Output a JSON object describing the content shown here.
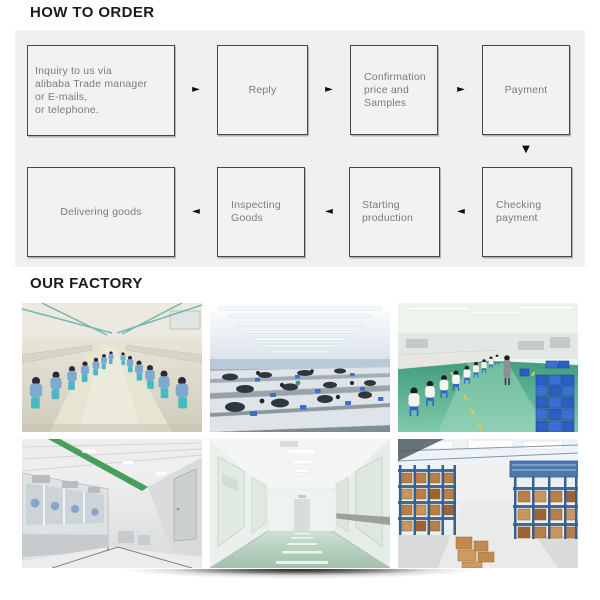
{
  "sections": {
    "how_to_order": {
      "title": "HOW TO ORDER"
    },
    "our_factory": {
      "title": "OUR FACTORY"
    }
  },
  "flowchart": {
    "panel_bg": "#f1f0f0",
    "box_border_color": "#474747",
    "box_text_color": "#7b7b7b",
    "arrow_color": "#0d0d0d",
    "icons": {
      "arrow_right": "►",
      "arrow_left": "◄",
      "arrow_down": "▼"
    },
    "row1": [
      {
        "id": "inquiry",
        "label": "Inquiry to us via\nalibaba Trade manager\nor E-mails,\nor telephone."
      },
      {
        "id": "reply",
        "label": "Reply"
      },
      {
        "id": "confirmation",
        "label": "Confirmation\nprice and\nSamples"
      },
      {
        "id": "payment",
        "label": "Payment"
      }
    ],
    "row2": [
      {
        "id": "delivering",
        "label": "Delivering goods"
      },
      {
        "id": "inspecting",
        "label": "Inspecting\nGoods"
      },
      {
        "id": "starting",
        "label": "Starting\nproduction"
      },
      {
        "id": "checking",
        "label": "Checking\npayment"
      }
    ]
  },
  "factory_photos": [
    {
      "id": "assembly-workbenches",
      "alt": "Workers in blue uniforms at rows of workbenches",
      "dominant_colors": [
        "#7fa9cf",
        "#45b9c6",
        "#e2dfd2"
      ]
    },
    {
      "id": "sewing-workshop",
      "alt": "Overview of garment workshop with many sewing stations",
      "dominant_colors": [
        "#dfe4e8",
        "#3f6fd2",
        "#9eaab2"
      ]
    },
    {
      "id": "production-line",
      "alt": "Workers in white on blue stools along a line with green floor",
      "dominant_colors": [
        "#49a886",
        "#2b5fc4",
        "#f5f4ef"
      ]
    },
    {
      "id": "cleanroom",
      "alt": "Dust-free cleanroom with glass equipment enclosures",
      "dominant_colors": [
        "#e3e6e7",
        "#46a057",
        "#c6cacc"
      ]
    },
    {
      "id": "clean-corridor",
      "alt": "Bright clean corridor with pale green floor",
      "dominant_colors": [
        "#eaf0eb",
        "#cfe0d4",
        "#9aa29b"
      ]
    },
    {
      "id": "warehouse",
      "alt": "Warehouse racking stacked with cartons",
      "dominant_colors": [
        "#4b79ad",
        "#b77f49",
        "#e9ebe9"
      ]
    }
  ]
}
